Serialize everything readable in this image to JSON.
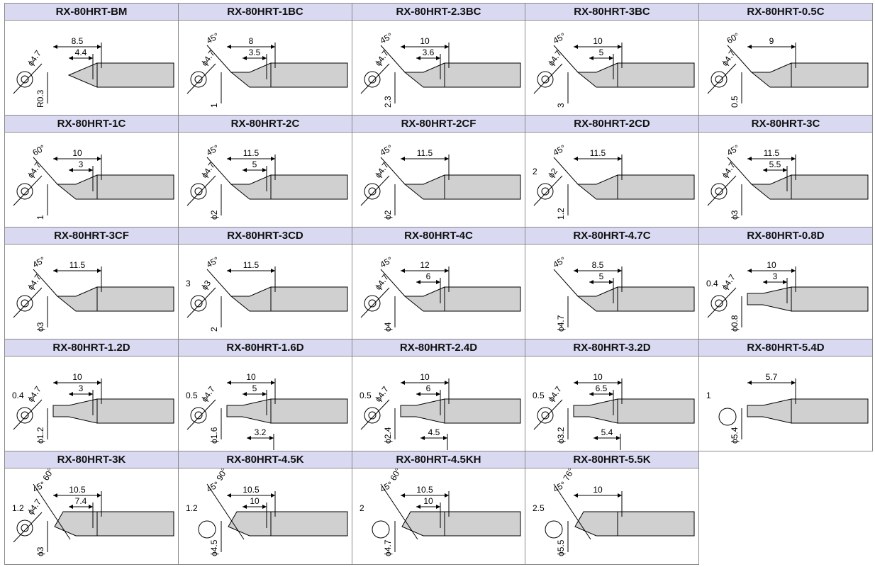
{
  "tips": [
    {
      "model": "RX-80HRT-BM",
      "kind": "B",
      "labels": [
        "8.5",
        "4.4"
      ],
      "dia": "ϕ4.7",
      "small": "R0.3"
    },
    {
      "model": "RX-80HRT-1BC",
      "kind": "BC",
      "labels": [
        "8",
        "3.5"
      ],
      "dia": "ϕ4.7",
      "angle": "45°",
      "small": "1"
    },
    {
      "model": "RX-80HRT-2.3BC",
      "kind": "BC",
      "labels": [
        "10",
        "3.6"
      ],
      "dia": "ϕ4.7",
      "angle": "45°",
      "small": "2.3"
    },
    {
      "model": "RX-80HRT-3BC",
      "kind": "BC",
      "labels": [
        "10",
        "5"
      ],
      "dia": "ϕ4.7",
      "angle": "45°",
      "small": "3"
    },
    {
      "model": "RX-80HRT-0.5C",
      "kind": "C",
      "labels": [
        "9"
      ],
      "dia": "ϕ4.7",
      "angle": "60°",
      "small": "0.5"
    },
    {
      "model": "RX-80HRT-1C",
      "kind": "C",
      "labels": [
        "10",
        "3"
      ],
      "dia": "ϕ4.7",
      "angle": "60°",
      "small": "1"
    },
    {
      "model": "RX-80HRT-2C",
      "kind": "C",
      "labels": [
        "11.5",
        "5"
      ],
      "dia": "ϕ4.7",
      "angle": "45°",
      "small": "ϕ2"
    },
    {
      "model": "RX-80HRT-2CF",
      "kind": "C",
      "labels": [
        "11.5"
      ],
      "dia": "ϕ4.7",
      "angle": "45°",
      "small": "ϕ2"
    },
    {
      "model": "RX-80HRT-2CD",
      "kind": "CD",
      "labels": [
        "11.5"
      ],
      "dia": "ϕ2",
      "angle": "45°",
      "small": "1.2",
      "extra": "2"
    },
    {
      "model": "RX-80HRT-3C",
      "kind": "C",
      "labels": [
        "11.5",
        "5.5"
      ],
      "dia": "ϕ4.7",
      "angle": "45°",
      "small": "ϕ3"
    },
    {
      "model": "RX-80HRT-3CF",
      "kind": "C",
      "labels": [
        "11.5"
      ],
      "dia": "ϕ4.7",
      "angle": "45°",
      "small": "ϕ3"
    },
    {
      "model": "RX-80HRT-3CD",
      "kind": "CD",
      "labels": [
        "11.5"
      ],
      "dia": "ϕ3",
      "angle": "45°",
      "small": "2",
      "extra": "3"
    },
    {
      "model": "RX-80HRT-4C",
      "kind": "C",
      "labels": [
        "12",
        "6"
      ],
      "dia": "ϕ4.7",
      "angle": "45°",
      "small": "ϕ4"
    },
    {
      "model": "RX-80HRT-4.7C",
      "kind": "C",
      "labels": [
        "8.5",
        "5"
      ],
      "angle": "45°",
      "small": "ϕ4.7"
    },
    {
      "model": "RX-80HRT-0.8D",
      "kind": "D",
      "labels": [
        "10",
        "3"
      ],
      "dia": "ϕ4.7",
      "small": "ϕ0.8",
      "extra": "0.4"
    },
    {
      "model": "RX-80HRT-1.2D",
      "kind": "D",
      "labels": [
        "10",
        "3"
      ],
      "dia": "ϕ4.7",
      "small": "ϕ1.2",
      "extra": "0.4"
    },
    {
      "model": "RX-80HRT-1.6D",
      "kind": "D",
      "labels": [
        "10",
        "5",
        "3.2"
      ],
      "dia": "ϕ4.7",
      "small": "ϕ1.6",
      "extra": "0.5"
    },
    {
      "model": "RX-80HRT-2.4D",
      "kind": "D",
      "labels": [
        "10",
        "6",
        "4.5"
      ],
      "dia": "ϕ4.7",
      "small": "ϕ2.4",
      "extra": "0.5"
    },
    {
      "model": "RX-80HRT-3.2D",
      "kind": "D",
      "labels": [
        "10",
        "6.5",
        "5.4"
      ],
      "dia": "ϕ4.7",
      "small": "ϕ3.2",
      "extra": "0.5"
    },
    {
      "model": "RX-80HRT-5.4D",
      "kind": "D",
      "labels": [
        "5.7"
      ],
      "small": "ϕ5.4",
      "extra": "1"
    },
    {
      "model": "RX-80HRT-3K",
      "kind": "K",
      "labels": [
        "10.5",
        "7.4"
      ],
      "dia": "ϕ4.7",
      "angle": "45°",
      "angle2": "60°",
      "small": "ϕ3",
      "extra": "1.2"
    },
    {
      "model": "RX-80HRT-4.5K",
      "kind": "K",
      "labels": [
        "10.5",
        "10"
      ],
      "angle": "45°",
      "angle2": "90°",
      "small": "ϕ4.5",
      "extra": "1.2"
    },
    {
      "model": "RX-80HRT-4.5KH",
      "kind": "K",
      "labels": [
        "10.5",
        "10"
      ],
      "angle": "45°",
      "angle2": "60°",
      "small": "ϕ4.7",
      "extra": "2"
    },
    {
      "model": "RX-80HRT-5.5K",
      "kind": "K",
      "labels": [
        "10"
      ],
      "angle": "45°",
      "angle2": "76°",
      "small": "ϕ5.5",
      "extra": "2.5"
    }
  ]
}
